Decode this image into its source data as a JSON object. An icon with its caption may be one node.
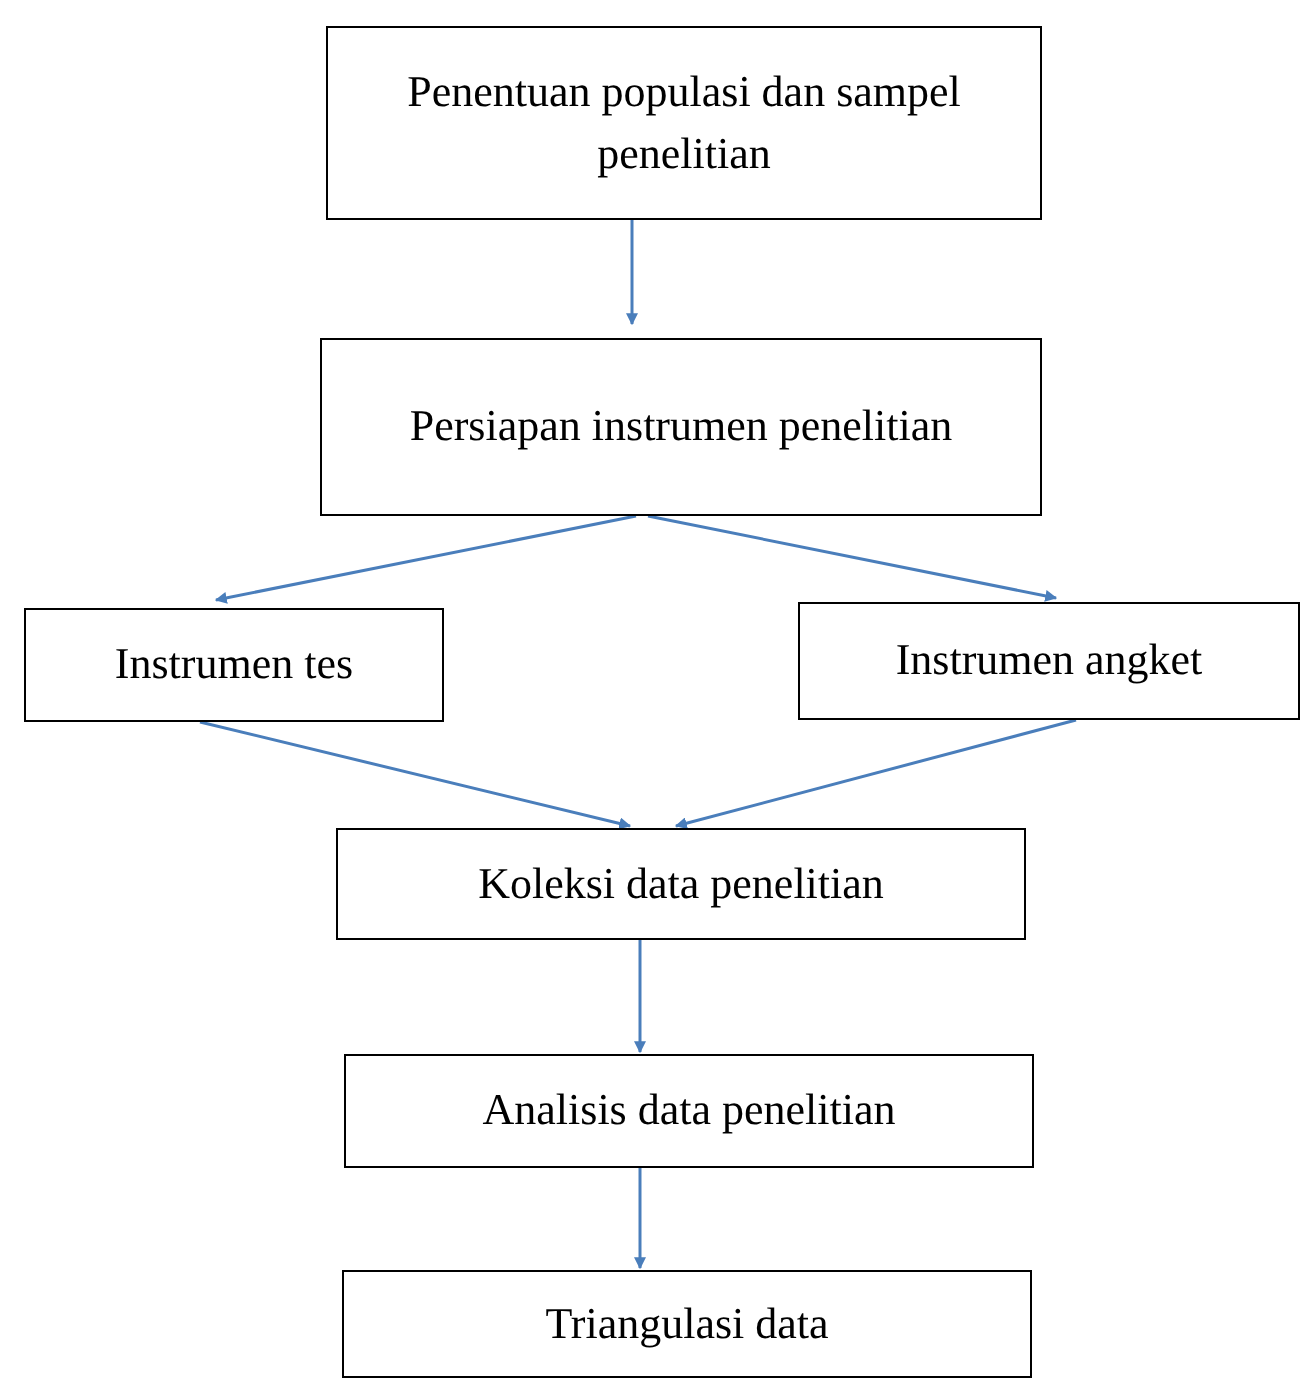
{
  "diagram": {
    "nodes": [
      {
        "text": [
          "Penentuan populasi dan sampel penelitian"
        ]
      },
      {
        "text": [
          "Persiapan instrumen penelitian"
        ]
      },
      {
        "text": [
          "Instrumen tes"
        ]
      },
      {
        "text": [
          "Instrumen angket"
        ]
      },
      {
        "text": [
          "Koleksi data penelitian"
        ]
      },
      {
        "text": [
          "Analisis data penelitian"
        ]
      },
      {
        "text": [
          "Triangulasi data"
        ]
      }
    ],
    "edges": [
      {
        "from": 0,
        "to": 1,
        "arrow": "to"
      },
      {
        "from": 1,
        "to": 2,
        "arrow": "to"
      },
      {
        "from": 1,
        "to": 3,
        "arrow": "to"
      },
      {
        "from": 2,
        "to": 4,
        "arrow": "to"
      },
      {
        "from": 3,
        "to": 4,
        "arrow": "to"
      },
      {
        "from": 4,
        "to": 5,
        "arrow": "to"
      },
      {
        "from": 5,
        "to": 6,
        "arrow": "to"
      }
    ]
  }
}
